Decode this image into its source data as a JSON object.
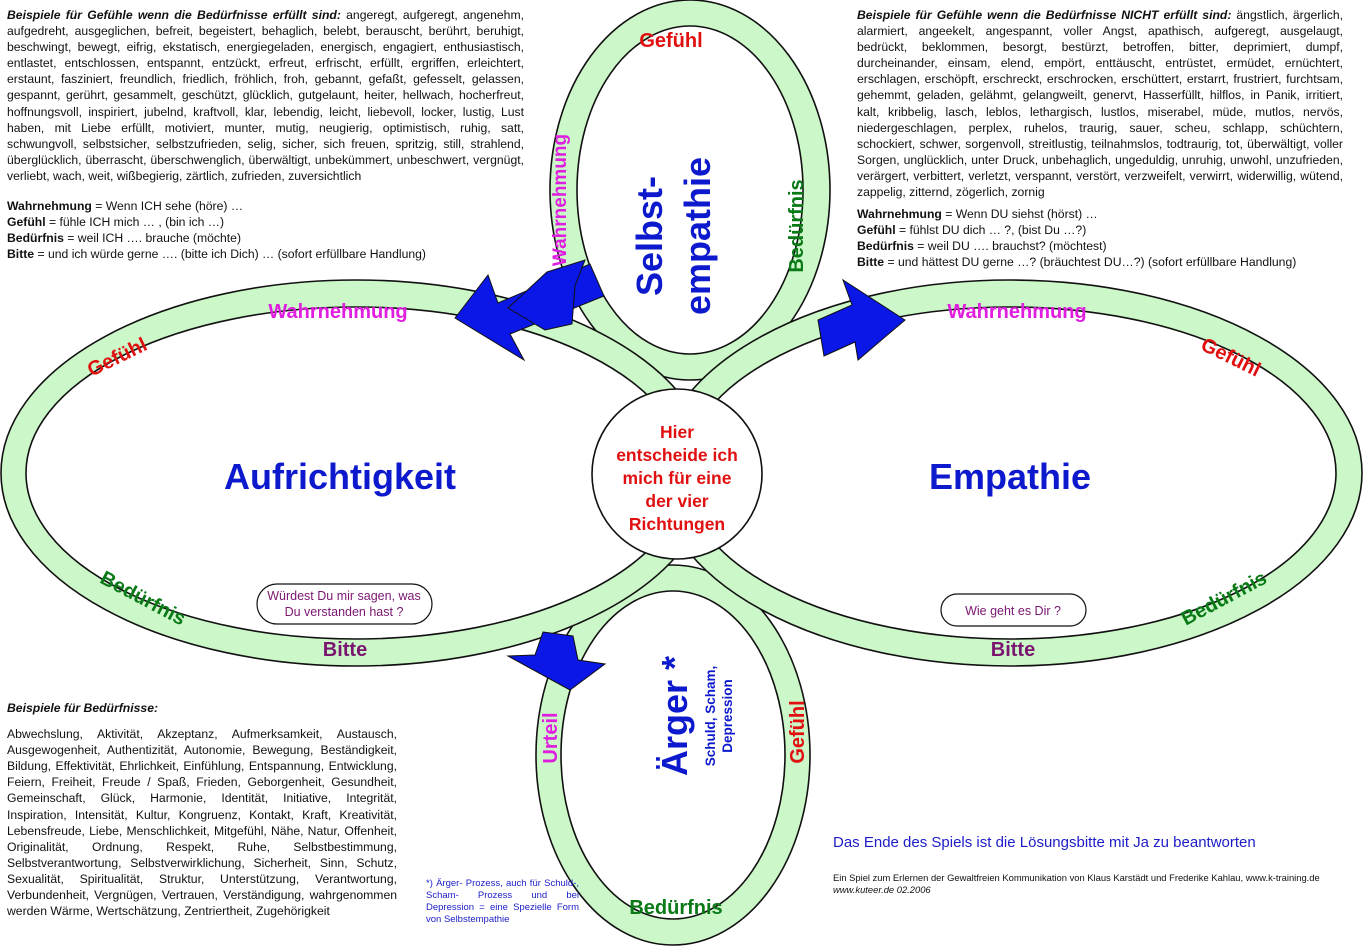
{
  "top_left": {
    "heading": "Beispiele für Gefühle wenn die Bedürfnisse erfüllt sind:",
    "text": "angeregt, aufgeregt, angenehm, aufgedreht, ausgeglichen, befreit, begeistert, behaglich, belebt, berauscht, berührt, beruhigt, beschwingt, bewegt, eifrig, ekstatisch, energiegeladen, energisch, engagiert, enthusiastisch, entlastet, entschlossen, entspannt, entzückt, erfreut, erfrischt, erfüllt, ergriffen, erleichtert, erstaunt, fasziniert, freundlich, friedlich, fröhlich, froh, gebannt, gefaßt, gefesselt, gelassen, gespannt, gerührt, gesammelt, geschützt, glücklich, gutgelaunt, heiter, hellwach, hocherfreut, hoffnungsvoll, inspiriert, jubelnd, kraftvoll, klar, lebendig, leicht, liebevoll, locker, lustig, Lust haben, mit Liebe erfüllt, motiviert, munter, mutig, neugierig, optimistisch, ruhig, satt, schwungvoll, selbstsicher, selbstzufrieden, selig, sicher, sich freuen, spritzig, still, strahlend, überglücklich, überrascht, überschwenglich, überwältigt, unbekümmert, unbeschwert, vergnügt, verliebt, wach, weit, wißbegierig, zärtlich, zufrieden, zuversichtlich",
    "lines": [
      {
        "term": "Wahrnehmung",
        "def": " = Wenn ICH sehe (höre) …"
      },
      {
        "term": "Gefühl",
        "def": " = fühle ICH mich … , (bin ich …)"
      },
      {
        "term": "Bedürfnis",
        "def": " = weil ICH …. brauche (möchte)"
      },
      {
        "term": "Bitte",
        "def": " = und ich würde gerne …. (bitte ich Dich) … (sofort erfüllbare Handlung)"
      }
    ]
  },
  "top_right": {
    "heading": "Beispiele für Gefühle wenn die Bedürfnisse NICHT erfüllt sind:",
    "text": "ängstlich, ärgerlich, alarmiert, angeekelt, angespannt, voller Angst, apathisch, aufgeregt, ausgelaugt, bedrückt, beklommen, besorgt, bestürzt, betroffen, bitter, deprimiert, dumpf, durcheinander, einsam, elend, empört, enttäuscht, entrüstet, ermüdet, ernüchtert, erschlagen, erschöpft, erschreckt, erschrocken, erschüttert, erstarrt, frustriert, furchtsam, gehemmt, geladen, gelähmt, gelangweilt, genervt, Hasserfüllt, hilflos, in Panik, irritiert, kalt, kribbelig, lasch, leblos, lethargisch, lustlos, miserabel, müde, mutlos, nervös, niedergeschlagen, perplex, ruhelos, traurig, sauer, scheu, schlapp, schüchtern, schockiert, schwer, sorgenvoll, streitlustig, teilnahmslos, todtraurig, tot, überwältigt, voller Sorgen, unglücklich, unter Druck, unbehaglich, ungeduldig, unruhig, unwohl, unzufrieden, verärgert, verbittert, verletzt, verspannt, verstört, verzweifelt, verwirrt, widerwillig, wütend, zappelig, zitternd, zögerlich, zornig",
    "lines": [
      {
        "term": "Wahrnehmung",
        "def": " = Wenn DU siehst (hörst) …"
      },
      {
        "term": "Gefühl",
        "def": " = fühlst DU dich … ?, (bist Du …?)"
      },
      {
        "term": "Bedürfnis",
        "def": " = weil DU …. brauchst? (möchtest)"
      },
      {
        "term": "Bitte",
        "def": " = und hättest DU gerne …? (bräuchtest DU…?) (sofort erfüllbare Handlung)"
      }
    ]
  },
  "bottom_left": {
    "heading": "Beispiele für Bedürfnisse:",
    "text": "Abwechslung, Aktivität, Akzeptanz, Aufmerksamkeit, Austausch, Ausgewogenheit, Authentizität, Autonomie, Bewegung, Beständigkeit, Bildung, Effektivität, Ehrlichkeit, Einfühlung, Entspannung, Entwicklung, Feiern, Freiheit, Freude / Spaß, Frieden, Geborgenheit, Gesundheit, Gemeinschaft, Glück, Harmonie, Identität, Initiative, Integrität, Inspiration, Intensität, Kultur, Kongruenz, Kontakt, Kraft, Kreativität, Lebensfreude, Liebe, Menschlichkeit, Mitgefühl, Nähe, Natur, Offenheit, Originalität, Ordnung, Respekt, Ruhe, Selbstbestimmung, Selbstverantwortung, Selbstverwirklichung, Sicherheit, Sinn, Schutz, Sexualität, Spiritualität, Struktur, Unterstützung, Verantwortung, Verbundenheit, Vergnügen, Vertrauen, Verständigung, wahrgenommen werden Wärme, Wertschätzung, Zentriertheit, Zugehörigkeit"
  },
  "footnote": "*) Ärger- Prozess, auch für Schuld-, Scham- Prozess und bei Depression = eine Spezielle Form von Selbstempathie",
  "end_note": "Das Ende des Spiels ist die Lösungsbitte mit Ja zu beantworten",
  "credit_line1": "Ein Spiel zum Erlernen der Gewaltfreien Kommunikation von Klaus Karstädt und Frederike Kahlau, www.k-training.de",
  "credit_line2": "www.kuteer.de 02.2006",
  "center": {
    "line1": "Hier",
    "line2": "entscheide ich",
    "line3": "mich für  eine",
    "line4": "der vier",
    "line5": "Richtungen"
  },
  "left_loop": {
    "title": "Aufrichtigkeit",
    "wahrnehmung": "Wahrnehmung",
    "gefuehl": "Gefühl",
    "beduerfnis": "Bedürfnis",
    "bitte": "Bitte",
    "bubble_line1": "Würdest Du mir sagen, was",
    "bubble_line2": "Du verstanden hast ?"
  },
  "right_loop": {
    "title": "Empathie",
    "wahrnehmung": "Wahrnehmung",
    "gefuehl": "Gefühl",
    "beduerfnis": "Bedürfnis",
    "bitte": "Bitte",
    "bubble": "Wie geht es Dir ?"
  },
  "top_loop": {
    "title_line1": "Selbst-",
    "title_line2": "empathie",
    "gefuehl": "Gefühl",
    "wahrnehmung": "Wahrnehmung",
    "beduerfnis": "Bedürfnis"
  },
  "bottom_loop": {
    "title": "Ärger *",
    "sub_line1": "Schuld, Scham,",
    "sub_line2": "Depression",
    "urteil": "Urteil",
    "gefuehl": "Gefühl",
    "beduerfnis": "Bedürfnis"
  },
  "colors": {
    "loop_fill": "#ccf7c8",
    "title_blue": "#0d19cc",
    "red": "#e01010",
    "green": "#0a7a17",
    "magenta": "#e01ee0",
    "purple": "#7a1670",
    "arrow": "#0a17e6"
  }
}
